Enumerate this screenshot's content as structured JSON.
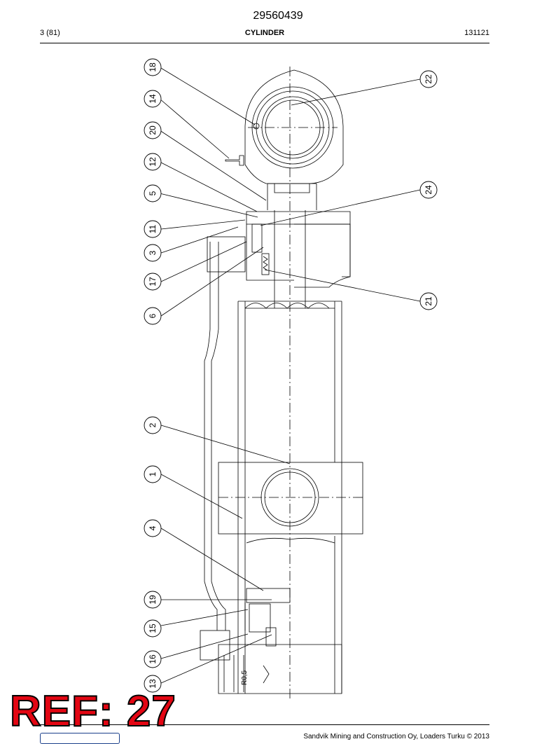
{
  "header": {
    "doc_number": "29560439",
    "page_count": "3 (81)",
    "title": "CYLINDER",
    "date": "131121"
  },
  "drawing": {
    "callouts": [
      {
        "label": "18"
      },
      {
        "label": "14"
      },
      {
        "label": "20"
      },
      {
        "label": "12"
      },
      {
        "label": "5"
      },
      {
        "label": "11"
      },
      {
        "label": "3"
      },
      {
        "label": "17"
      },
      {
        "label": "6"
      },
      {
        "label": "2"
      },
      {
        "label": "1"
      },
      {
        "label": "4"
      },
      {
        "label": "19"
      },
      {
        "label": "15"
      },
      {
        "label": "16"
      },
      {
        "label": "13"
      },
      {
        "label": "22"
      },
      {
        "label": "24"
      },
      {
        "label": "21"
      }
    ],
    "surface_mark": "R0,5"
  },
  "stamp": {
    "text": "REF: 27"
  },
  "footer": {
    "copyright": "Sandvik Mining and Construction Oy, Loaders Turku © 2013"
  },
  "colors": {
    "stamp_fill": "#e30613",
    "stamp_outline": "#000000",
    "logo_border": "#1a3f8a"
  }
}
